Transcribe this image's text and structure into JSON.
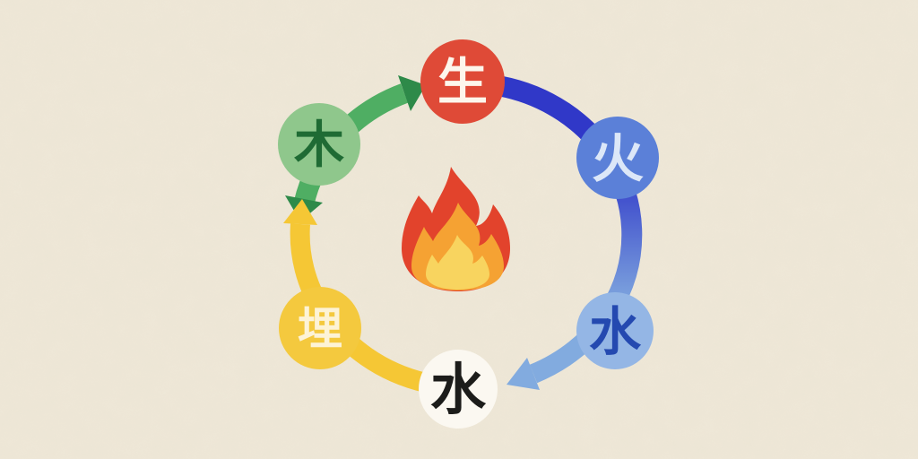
{
  "colors": {
    "background": "#efe8d8",
    "arc_green": "#4fae63",
    "arc_green_dark": "#2e8a49",
    "arc_blue": "#3038c8",
    "arc_light_blue": "#82abdf",
    "arc_yellow": "#f5c735",
    "flame_outer": "#e2432c",
    "flame_mid": "#f5a233",
    "flame_inner": "#f8d45f"
  },
  "diagram": {
    "center_icon": "flame-icon",
    "nodes": [
      {
        "id": "sheng",
        "char": "生",
        "position": "top",
        "fill": "#df4a37",
        "char_color": "#fdf6ec"
      },
      {
        "id": "huo",
        "char": "火",
        "position": "upper-right",
        "fill": "#5b80d8",
        "char_color": "#dce7f8"
      },
      {
        "id": "shui-blue",
        "char": "水",
        "position": "lower-right",
        "fill": "#94b6e5",
        "char_color": "#2449b0"
      },
      {
        "id": "shui-white",
        "char": "水",
        "position": "bottom",
        "fill": "#fbf8f1",
        "char_color": "#1c1c1a"
      },
      {
        "id": "mai",
        "char": "埋",
        "position": "lower-left",
        "fill": "#f4c93e",
        "char_color": "#fdf3d6"
      },
      {
        "id": "mu",
        "char": "木",
        "position": "upper-left",
        "fill": "#8fc78c",
        "char_color": "#1f6b34"
      }
    ],
    "cycle_order": "mu → sheng → huo → shui-blue → shui-white → mai → mu (clockwise)"
  }
}
